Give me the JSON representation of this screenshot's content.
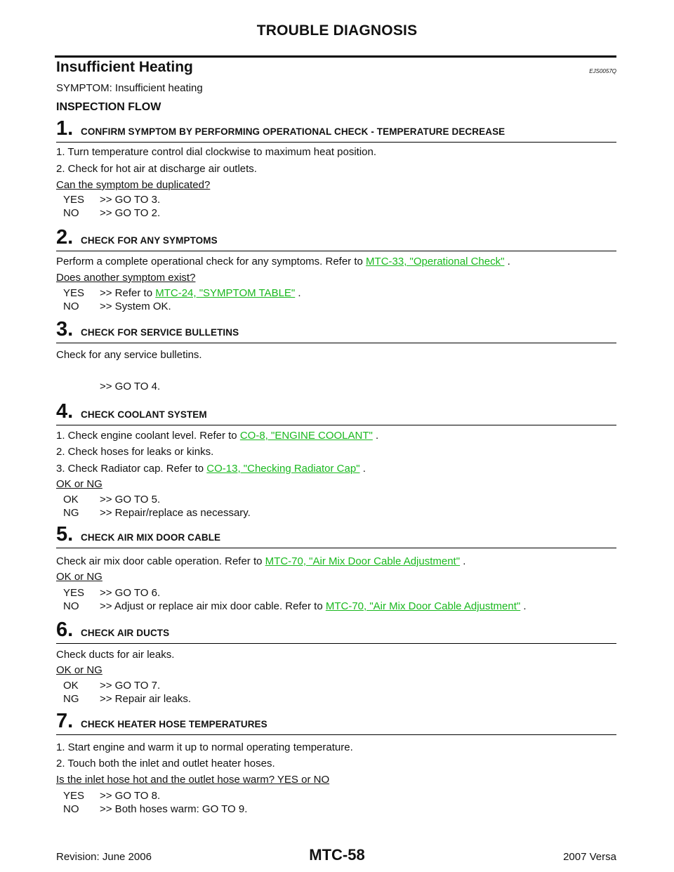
{
  "header": {
    "title": "TROUBLE DIAGNOSIS"
  },
  "section": {
    "title": "Insufficient Heating",
    "code": "EJS0057Q",
    "symptom": "SYMPTOM: Insufficient heating",
    "flow_title": "INSPECTION FLOW"
  },
  "steps": [
    {
      "num": "1.",
      "title": "CONFIRM SYMPTOM BY PERFORMING OPERATIONAL CHECK - TEMPERATURE DECREASE",
      "lines": [
        "1.   Turn temperature control dial clockwise to maximum heat position.",
        "2.   Check for hot air at discharge air outlets."
      ],
      "question": "Can the symptom be duplicated?",
      "answers": [
        {
          "k": "YES",
          "v": ">> GO TO 3."
        },
        {
          "k": "NO",
          "v": ">> GO TO 2."
        }
      ]
    },
    {
      "num": "2.",
      "title": "CHECK FOR ANY SYMPTOMS",
      "line_pre": "Perform a complete operational check for any symptoms. Refer to ",
      "line_link": "MTC-33, \"Operational Check\"",
      "line_post": " .",
      "question": "Does another symptom exist?",
      "answers": [
        {
          "k": "YES",
          "v_pre": ">> Refer to ",
          "v_link": "MTC-24, \"SYMPTOM TABLE\"",
          "v_post": " ."
        },
        {
          "k": "NO",
          "v": ">> System OK."
        }
      ]
    },
    {
      "num": "3.",
      "title": "CHECK FOR SERVICE BULLETINS",
      "line": "Check for any service bulletins.",
      "answer": ">> GO TO 4."
    },
    {
      "num": "4.",
      "title": "CHECK COOLANT SYSTEM",
      "line1_pre": "1.   Check engine coolant level. Refer to ",
      "line1_link": "CO-8, \"ENGINE COOLANT\"",
      "line1_post": " .",
      "line2": "2.   Check hoses for leaks or kinks.",
      "line3_pre": "3.   Check Radiator cap. Refer to ",
      "line3_link": "CO-13, \"Checking Radiator Cap\"",
      "line3_post": " .",
      "question": "OK or NG",
      "answers": [
        {
          "k": "OK",
          "v": ">> GO TO 5."
        },
        {
          "k": "NG",
          "v": ">> Repair/replace as necessary."
        }
      ]
    },
    {
      "num": "5.",
      "title": "CHECK AIR MIX DOOR CABLE",
      "line_pre": "Check air mix door cable operation. Refer to ",
      "line_link": "MTC-70, \"Air Mix Door Cable Adjustment\"",
      "line_post": " .",
      "question": "OK or NG",
      "answers": [
        {
          "k": "YES",
          "v": ">> GO TO 6."
        },
        {
          "k": "NO",
          "v_pre": ">> Adjust or replace air mix door cable. Refer to ",
          "v_link": "MTC-70, \"Air Mix Door Cable Adjustment\"",
          "v_post": " ."
        }
      ]
    },
    {
      "num": "6.",
      "title": "CHECK AIR DUCTS",
      "line": "Check ducts for air leaks.",
      "question": "OK or NG",
      "answers": [
        {
          "k": "OK",
          "v": ">> GO TO 7."
        },
        {
          "k": "NG",
          "v": ">> Repair air leaks."
        }
      ]
    },
    {
      "num": "7.",
      "title": "CHECK HEATER HOSE TEMPERATURES",
      "lines": [
        "1.   Start engine and warm it up to normal operating temperature.",
        "2.   Touch both the inlet and outlet heater hoses."
      ],
      "question": "Is the inlet hose hot and the outlet hose warm? YES or NO",
      "answers": [
        {
          "k": "YES",
          "v": ">> GO TO 8."
        },
        {
          "k": "NO",
          "v": ">> Both hoses warm: GO TO 9."
        }
      ]
    }
  ],
  "footer": {
    "left": "Revision: June 2006",
    "center": "MTC-58",
    "right": "2007 Versa"
  },
  "colors": {
    "link": "#19b81e",
    "text": "#111111",
    "rule": "#000000"
  }
}
